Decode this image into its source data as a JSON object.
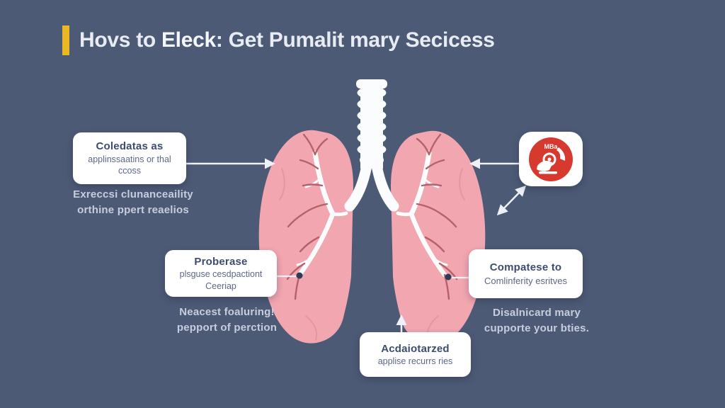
{
  "title": {
    "part1": "Hovs to ",
    "part2": "Eleck",
    "part3": ": Get Pumalit mary Secicess"
  },
  "colors": {
    "background": "#4d5a76",
    "accent_yellow": "#e9b824",
    "lung_pink": "#f2a6b0",
    "branch_red": "#b4616c",
    "vein_pink": "#e795a1",
    "emblem_red": "#d6392e",
    "box_white": "#ffffff",
    "title_text": "#e8ebf2",
    "caption_text": "#c7cddc",
    "box_title_text": "#3d4c6f",
    "box_subtitle_text": "#5c6886",
    "arrow_white": "#eef1f7",
    "dot_navy": "#2e3a58"
  },
  "callouts": {
    "top_left_box": {
      "title": "Coledatas as",
      "lines": [
        "applinssaatins or thal",
        "ccoss"
      ]
    },
    "top_left_caption": {
      "lines": [
        "Exreccsi clunanceaility",
        "orthine ppert reaelios"
      ]
    },
    "mid_left_box": {
      "title": "Proberase",
      "lines": [
        "plsguse cesdpactiont",
        "Ceeriap"
      ]
    },
    "mid_left_caption": {
      "lines": [
        "Neacest foaluring!",
        "pepport of perction"
      ]
    },
    "icon_box": {
      "icon": "medical-emblem-icon",
      "emblem_text": "MBa"
    },
    "right_box": {
      "title": "Compatese to",
      "lines": [
        "Comlinferity esritves"
      ]
    },
    "right_caption": {
      "lines": [
        "Disalnicard mary",
        "cupporte your bties."
      ]
    },
    "bottom_box": {
      "title": "Acdaiotarzed",
      "lines": [
        "applise recurrs ries"
      ]
    }
  }
}
